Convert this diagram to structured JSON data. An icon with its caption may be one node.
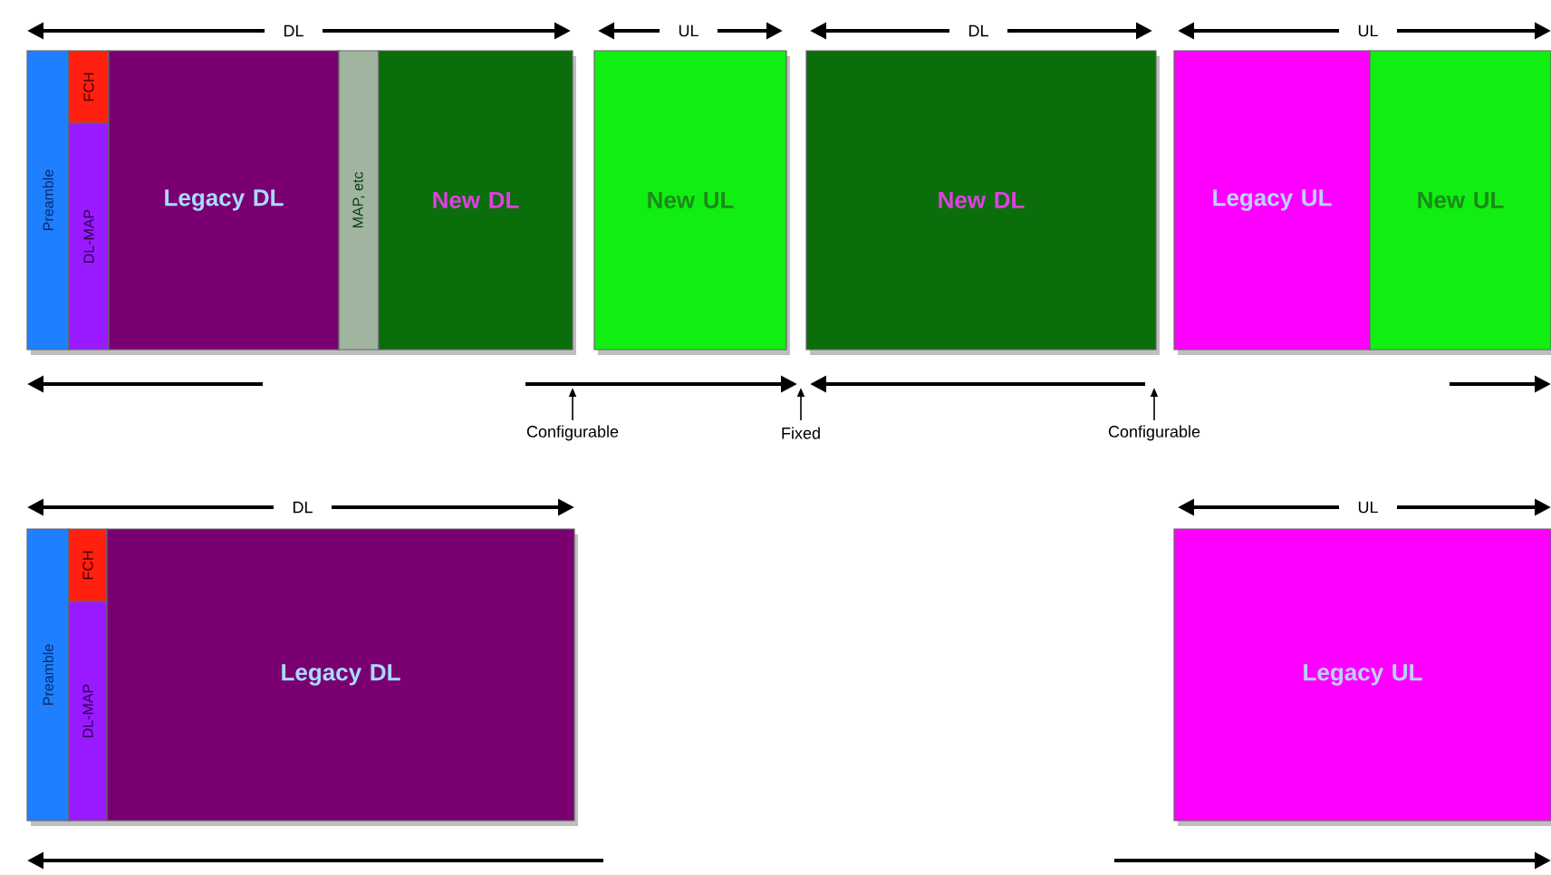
{
  "diagram": {
    "nodes": [
      {
        "text": [
          "Preamble"
        ]
      },
      {
        "text": [
          "FCH"
        ]
      },
      {
        "text": [
          "DL-MAP"
        ]
      },
      {
        "text": [
          "Legacy DL"
        ]
      },
      {
        "text": [
          "MAP, etc"
        ]
      },
      {
        "text": [
          "New DL"
        ]
      },
      {
        "text": [
          "New UL"
        ]
      },
      {
        "text": [
          "New DL"
        ]
      },
      {
        "text": [
          "Legacy UL"
        ]
      },
      {
        "text": [
          "New UL"
        ]
      },
      {
        "text": [
          "Preamble"
        ]
      },
      {
        "text": [
          "FCH"
        ]
      },
      {
        "text": [
          "DL-MAP"
        ]
      },
      {
        "text": [
          "Legacy DL"
        ]
      },
      {
        "text": [
          "Legacy UL"
        ]
      }
    ],
    "edges": [],
    "labels": [
      "DL",
      "UL",
      "DL",
      "UL",
      "Configurable",
      "Fixed",
      "Configurable",
      "DL",
      "UL"
    ]
  }
}
